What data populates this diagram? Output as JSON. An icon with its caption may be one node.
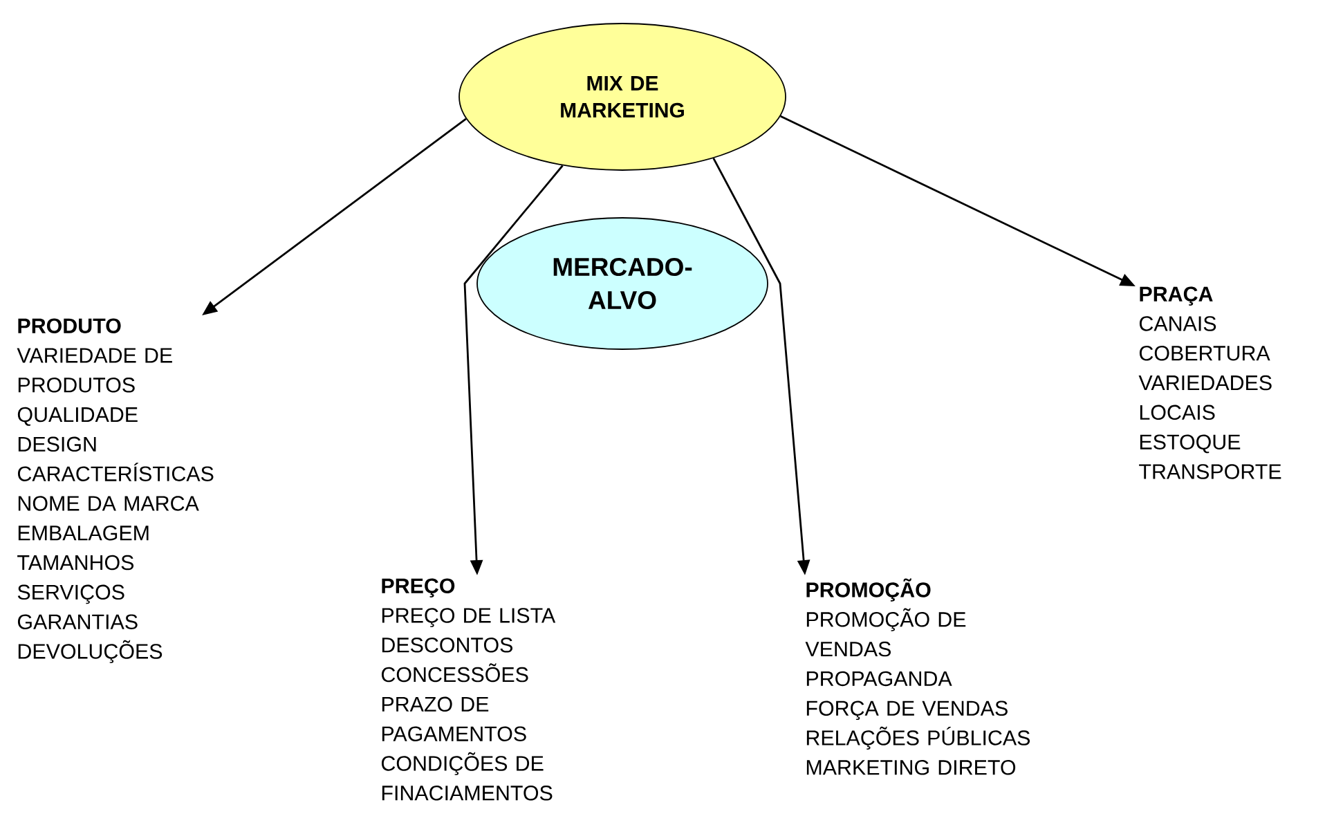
{
  "diagram": {
    "nodes": [
      {
        "text": [
          "MIX DE MARKETING"
        ]
      },
      {
        "text": [
          "MERCADO-ALVO"
        ]
      },
      {
        "text": [
          "PRODUTO",
          "VARIEDADE DE PRODUTOS",
          "QUALIDADE",
          "DESIGN",
          "CARACTERÍSTICAS",
          "NOME DA MARCA",
          "EMBALAGEM",
          "TAMANHOS",
          "SERVIÇOS",
          "GARANTIAS",
          "DEVOLUÇÕES"
        ]
      },
      {
        "text": [
          "PREÇO",
          "PREÇO DE LISTA",
          "DESCONTOS",
          "CONCESSÕES",
          "PRAZO DE PAGAMENTOS",
          "CONDIÇÕES DE FINACIAMENTOS"
        ]
      },
      {
        "text": [
          "PROMOÇÃO",
          "PROMOÇÃO DE VENDAS",
          "PROPAGANDA",
          "FORÇA DE VENDAS",
          "RELAÇÕES PÚBLICAS",
          "MARKETING DIRETO"
        ]
      },
      {
        "text": [
          "PRAÇA",
          "CANAIS",
          "COBERTURA",
          "VARIEDADES",
          "LOCAIS",
          "ESTOQUE",
          "TRANSPORTE"
        ]
      }
    ],
    "edges": [
      {
        "from": 0,
        "to": 2,
        "arrow": "to"
      },
      {
        "from": 0,
        "to": 3,
        "arrow": "to"
      },
      {
        "from": 0,
        "to": 4,
        "arrow": "to"
      },
      {
        "from": 0,
        "to": 5,
        "arrow": "to"
      }
    ]
  }
}
